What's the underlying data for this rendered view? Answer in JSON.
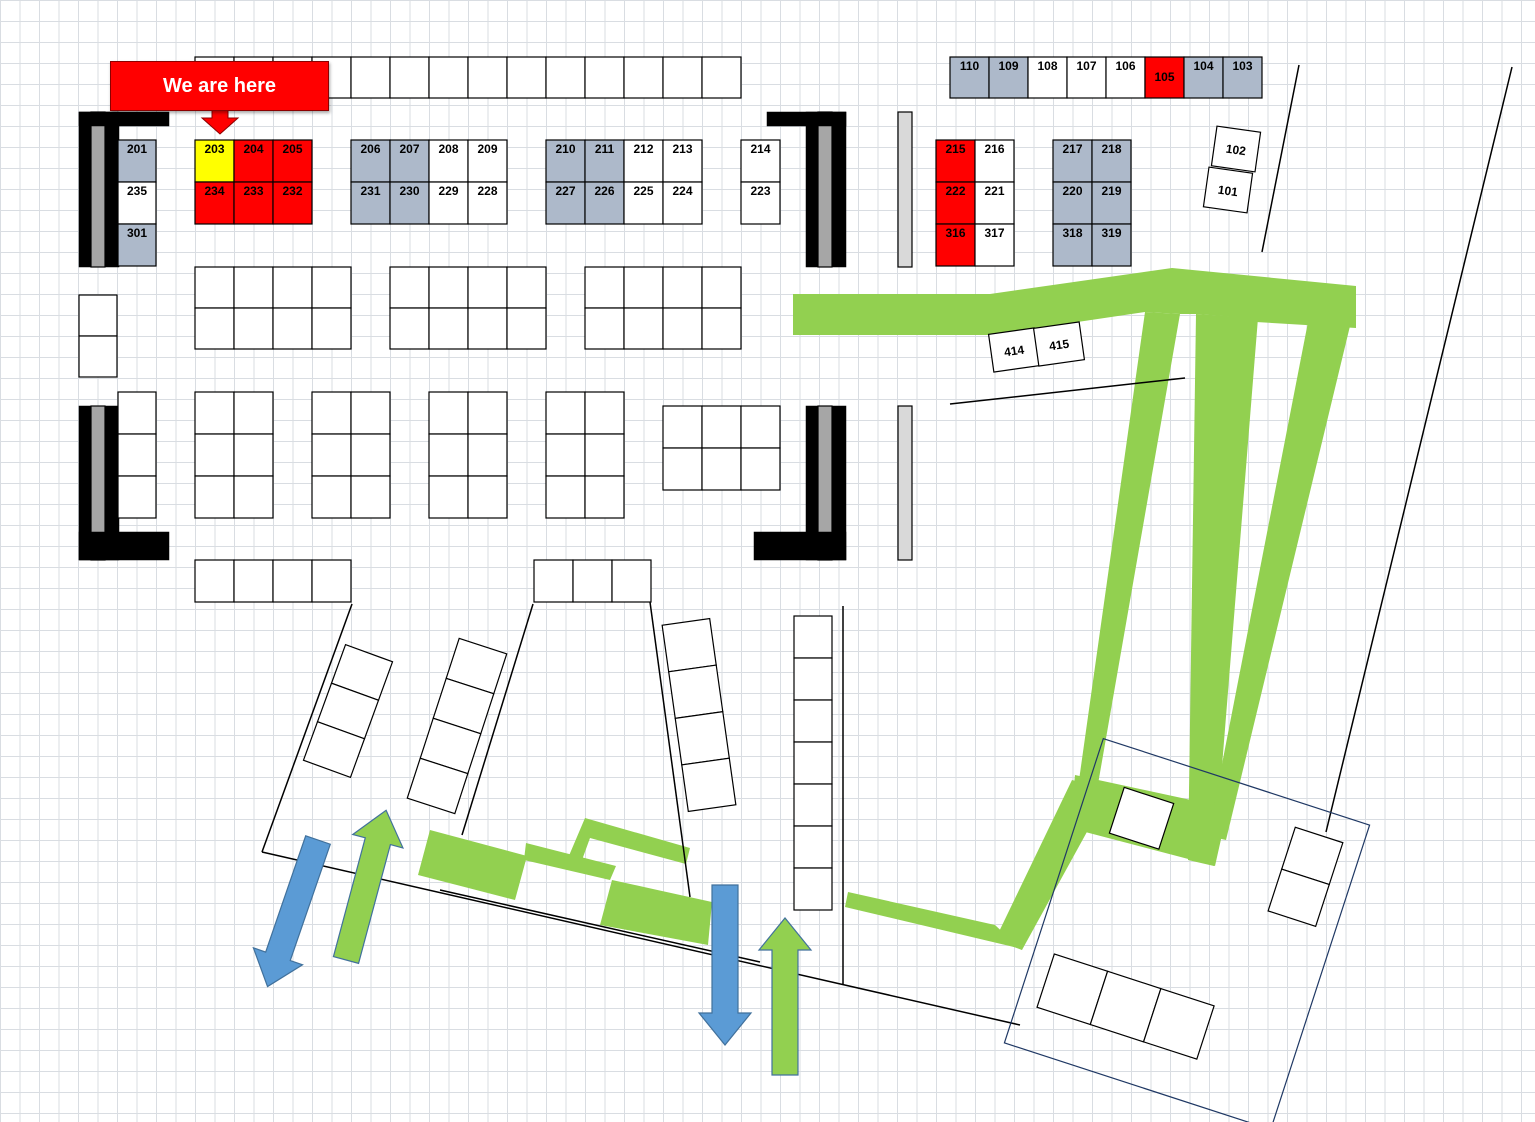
{
  "marker": {
    "label": "We are here",
    "booth": "203"
  },
  "colors": {
    "grey": "#adb9ca",
    "red": "#ff0000",
    "yellow": "#ffff00",
    "green": "#92d050",
    "blue": "#5b9bd5",
    "wall": "#000000",
    "wall_stripe": "#a6a6a6"
  },
  "booths": [
    {
      "label": "110",
      "fill": "grey"
    },
    {
      "label": "109",
      "fill": "grey"
    },
    {
      "label": "108",
      "fill": "white"
    },
    {
      "label": "107",
      "fill": "white"
    },
    {
      "label": "106",
      "fill": "white"
    },
    {
      "label": "105",
      "fill": "red"
    },
    {
      "label": "104",
      "fill": "grey"
    },
    {
      "label": "103",
      "fill": "grey"
    },
    {
      "label": "201",
      "fill": "grey"
    },
    {
      "label": "235",
      "fill": "white"
    },
    {
      "label": "301",
      "fill": "grey"
    },
    {
      "label": "203",
      "fill": "yellow"
    },
    {
      "label": "204",
      "fill": "red"
    },
    {
      "label": "205",
      "fill": "red"
    },
    {
      "label": "234",
      "fill": "red"
    },
    {
      "label": "233",
      "fill": "red"
    },
    {
      "label": "232",
      "fill": "red"
    },
    {
      "label": "206",
      "fill": "grey"
    },
    {
      "label": "207",
      "fill": "grey"
    },
    {
      "label": "208",
      "fill": "white"
    },
    {
      "label": "209",
      "fill": "white"
    },
    {
      "label": "231",
      "fill": "grey"
    },
    {
      "label": "230",
      "fill": "grey"
    },
    {
      "label": "229",
      "fill": "white"
    },
    {
      "label": "228",
      "fill": "white"
    },
    {
      "label": "210",
      "fill": "grey"
    },
    {
      "label": "211",
      "fill": "grey"
    },
    {
      "label": "212",
      "fill": "white"
    },
    {
      "label": "213",
      "fill": "white"
    },
    {
      "label": "227",
      "fill": "grey"
    },
    {
      "label": "226",
      "fill": "grey"
    },
    {
      "label": "225",
      "fill": "white"
    },
    {
      "label": "224",
      "fill": "white"
    },
    {
      "label": "214",
      "fill": "white"
    },
    {
      "label": "223",
      "fill": "white"
    },
    {
      "label": "215",
      "fill": "red"
    },
    {
      "label": "216",
      "fill": "white"
    },
    {
      "label": "222",
      "fill": "red"
    },
    {
      "label": "221",
      "fill": "white"
    },
    {
      "label": "316",
      "fill": "red"
    },
    {
      "label": "317",
      "fill": "white"
    },
    {
      "label": "217",
      "fill": "grey"
    },
    {
      "label": "218",
      "fill": "grey"
    },
    {
      "label": "220",
      "fill": "grey"
    },
    {
      "label": "219",
      "fill": "grey"
    },
    {
      "label": "318",
      "fill": "grey"
    },
    {
      "label": "319",
      "fill": "grey"
    },
    {
      "label": "102",
      "fill": "white"
    },
    {
      "label": "101",
      "fill": "white"
    },
    {
      "label": "414",
      "fill": "white"
    },
    {
      "label": "415",
      "fill": "white"
    }
  ]
}
